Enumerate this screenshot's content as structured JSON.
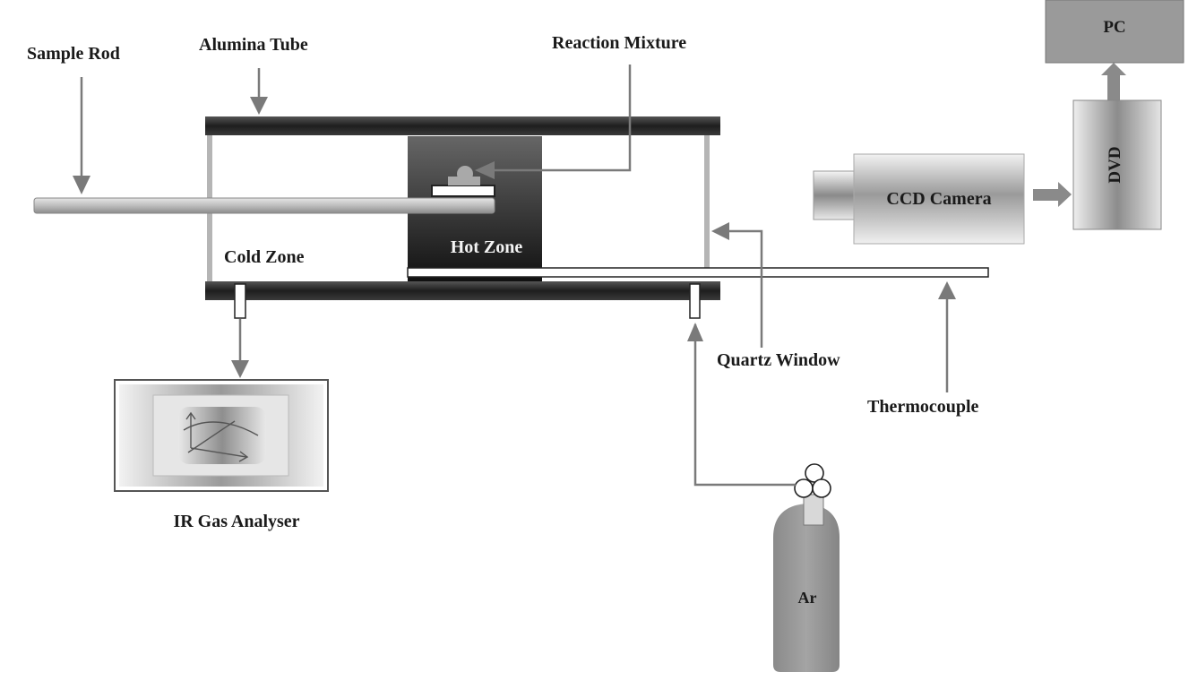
{
  "labels": {
    "sample_rod": "Sample Rod",
    "alumina_tube": "Alumina Tube",
    "reaction_mixture": "Reaction Mixture",
    "pc": "PC",
    "dvd": "DVD",
    "ccd_camera": "CCD Camera",
    "hot_zone": "Hot Zone",
    "cold_zone": "Cold Zone",
    "quartz_window": "Quartz Window",
    "thermocouple": "Thermocouple",
    "ir_gas_analyser": "IR Gas Analyser",
    "ar": "Ar"
  },
  "colors": {
    "arrow": "#7a7a7a",
    "tube_wall": "#2e2e2e",
    "box_fill": "#9a9a9a",
    "hot_zone_top": "#606060",
    "hot_zone_bottom": "#151515"
  }
}
